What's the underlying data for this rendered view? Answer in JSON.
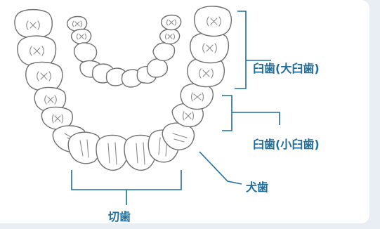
{
  "labels": {
    "molars": "臼歯(大臼歯)",
    "premolars": "臼歯(小臼歯)",
    "canine": "犬歯",
    "incisors": "切歯"
  },
  "colors": {
    "accent": "#1f6e9c",
    "tooth_outline": "#707070",
    "background": "#e8eef3"
  }
}
